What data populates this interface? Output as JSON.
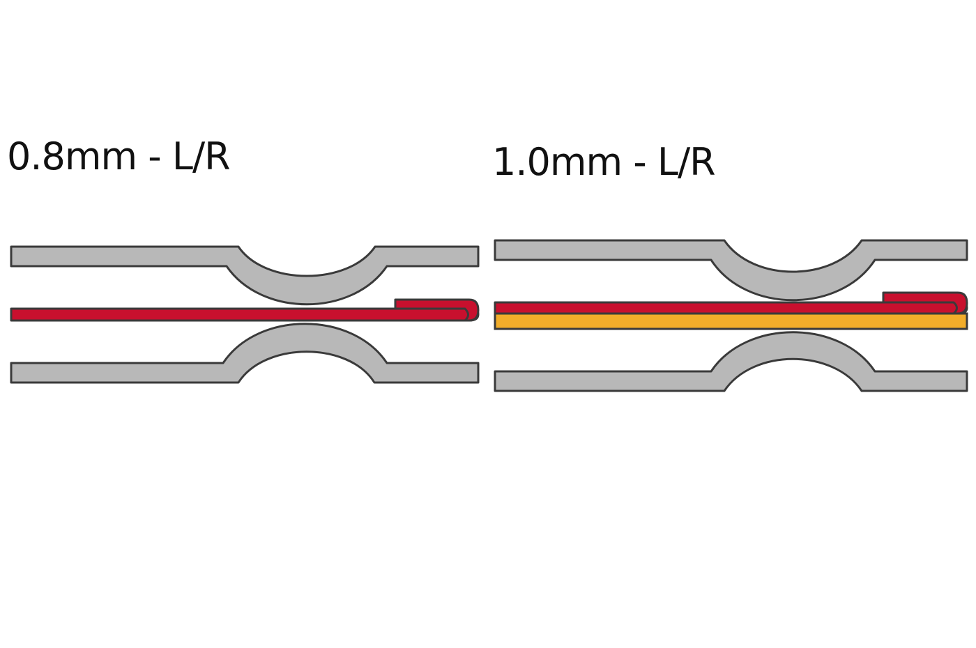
{
  "diagrams": [
    {
      "label": "0.8mm - L/R",
      "layers": [
        "red-strip"
      ]
    },
    {
      "label": "1.0mm - L/R",
      "layers": [
        "red-strip",
        "yellow-strip"
      ]
    }
  ],
  "colors": {
    "plate_fill": "#b8b8b8",
    "outline": "#3a3a3a",
    "red_strip": "#c8102e",
    "yellow_strip": "#f2ad2a",
    "background": "#ffffff"
  }
}
